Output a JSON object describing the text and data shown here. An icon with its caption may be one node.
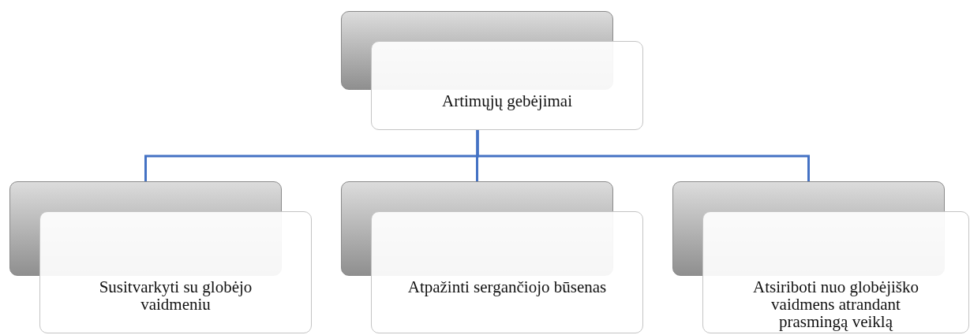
{
  "diagram": {
    "nodes": [
      {
        "text": [],
        "shape": "box"
      },
      {
        "text": [
          "Artimųjų gebėjimai"
        ]
      },
      {
        "text": [],
        "shape": "box"
      },
      {
        "text": [
          "Susitvarkyti su globėjo vaidmeniu"
        ]
      },
      {
        "text": [],
        "shape": "box"
      },
      {
        "text": [
          "Atpažinti sergančiojo būsenas"
        ]
      },
      {
        "text": [],
        "shape": "box"
      },
      {
        "text": [
          "Atsiriboti nuo globėjiško vaidmens atrandant prasmingą veiklą"
        ]
      }
    ],
    "edges": [
      {
        "from": 1,
        "to": 2,
        "arrow": "none"
      },
      {
        "from": 1,
        "to": 4,
        "arrow": "none"
      },
      {
        "from": 1,
        "to": 6,
        "arrow": "none"
      }
    ]
  }
}
